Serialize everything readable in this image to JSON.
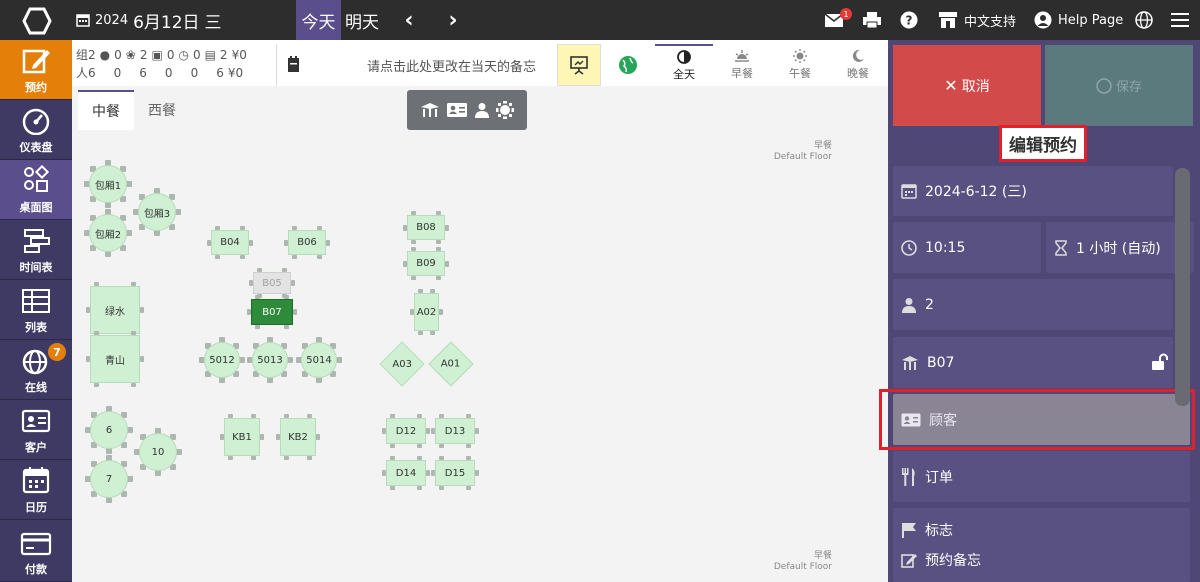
{
  "topbar": {
    "date_year": "2024",
    "date_main": "6月12日",
    "date_weekday": "三",
    "today": "今天",
    "tomorrow": "明天",
    "prev": "‹",
    "next": "›",
    "mail_badge": "1",
    "support": "中文支持",
    "help": "Help Page"
  },
  "sidebar": {
    "items": [
      {
        "label": "预约",
        "icon": "edit-icon"
      },
      {
        "label": "仪表盘",
        "icon": "dashboard-icon"
      },
      {
        "label": "桌面图",
        "icon": "floorplan-icon"
      },
      {
        "label": "时间表",
        "icon": "timeline-icon"
      },
      {
        "label": "列表",
        "icon": "list-icon"
      },
      {
        "label": "在线",
        "icon": "online-icon",
        "badge": "7"
      },
      {
        "label": "客户",
        "icon": "customer-icon"
      },
      {
        "label": "日历",
        "icon": "calendar-icon"
      },
      {
        "label": "付款",
        "icon": "payment-icon"
      }
    ]
  },
  "stats": {
    "row1": [
      "组2",
      "0",
      "2",
      "0",
      "0",
      "2",
      "¥0"
    ],
    "row2": [
      "人6",
      "0",
      "6",
      "0",
      "0",
      "6",
      "¥0"
    ]
  },
  "note": {
    "placeholder": "请点击此处更改在当天的备忘"
  },
  "meal_tabs": [
    "全天",
    "早餐",
    "午餐",
    "晚餐"
  ],
  "floor_tabs": [
    "中餐",
    "西餐"
  ],
  "floor_labels": {
    "top_meal": "早餐",
    "top_floor": "Default Floor",
    "bottom_meal": "早餐",
    "bottom_floor": "Default Floor"
  },
  "tables": {
    "t_bx1": "包厢1",
    "t_bx2": "包厢2",
    "t_bx3": "包厢3",
    "t_lvshui": "绿水",
    "t_qingshan": "青山",
    "t_6": "6",
    "t_7": "7",
    "t_10": "10",
    "t_b04": "B04",
    "t_b06": "B06",
    "t_b05": "B05",
    "t_b07": "B07",
    "t_5012": "5012",
    "t_5013": "5013",
    "t_5014": "5014",
    "t_kb1": "KB1",
    "t_kb2": "KB2",
    "t_b08": "B08",
    "t_b09": "B09",
    "t_a02": "A02",
    "t_a03": "A03",
    "t_a01": "A01",
    "t_d12": "D12",
    "t_d13": "D13",
    "t_d14": "D14",
    "t_d15": "D15"
  },
  "panel": {
    "cancel": "取消",
    "save": "保存",
    "title": "编辑预约",
    "date": "2024-6-12 (三)",
    "time": "10:15",
    "duration": "1 小时 (自动)",
    "guests": "2",
    "table": "B07",
    "customer": "顾客",
    "order": "订单",
    "tags": "标志",
    "notes": "预约备忘"
  }
}
